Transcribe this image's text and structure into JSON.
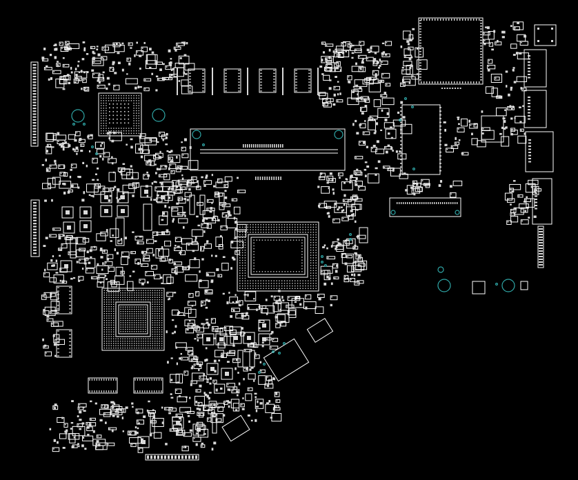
{
  "view": {
    "background": "#000000",
    "outline_color": "#ffffff",
    "pad_color": "#d9d9d9",
    "via_color": "#2fa7a7"
  },
  "components": {
    "cpu_bga": "processor-bga-footprint",
    "gpu_bga": "graphics-bga-footprint",
    "southbridge_bga": "chipset-bga-footprint",
    "ram_slot": "memory-slot-footprint",
    "top_right_ic": "large-square-ic-footprint",
    "right_connectors": "io-connector-footprints",
    "mounting_holes": "mounting-hole-icons"
  }
}
